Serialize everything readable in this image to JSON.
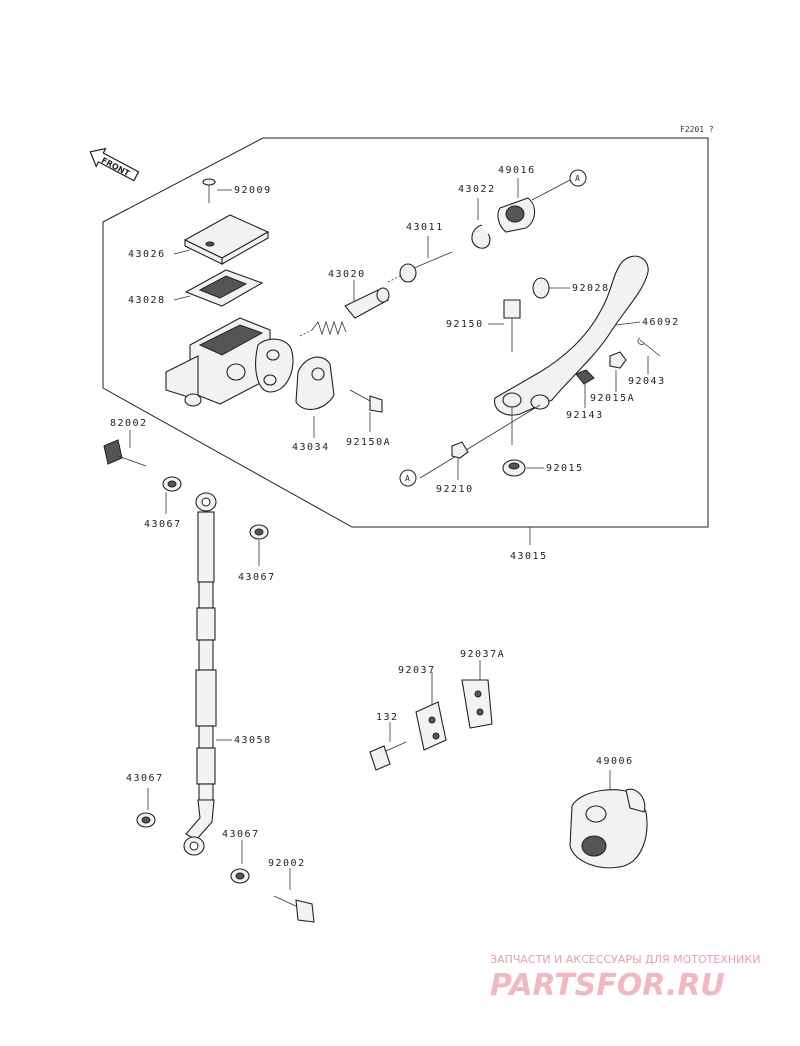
{
  "diagram": {
    "ref_code": "F2201 ?",
    "front_label": "FRONT",
    "circle_ref": "A",
    "labels": {
      "p92009": "92009",
      "p43026": "43026",
      "p43028": "43028",
      "p43020": "43020",
      "p43034": "43034",
      "p92150A": "92150A",
      "p43011": "43011",
      "p43022": "43022",
      "p49016": "49016",
      "p92028": "92028",
      "p92150": "92150",
      "p46092": "46092",
      "p92043": "92043",
      "p92015A": "92015A",
      "p92143": "92143",
      "p92015": "92015",
      "p92210": "92210",
      "p43015": "43015",
      "p82002": "82002",
      "p43067a": "43067",
      "p43067b": "43067",
      "p43067c": "43067",
      "p43067d": "43067",
      "p43058": "43058",
      "p92002": "92002",
      "p92037": "92037",
      "p92037A": "92037A",
      "p132": "132",
      "p49006": "49006"
    }
  },
  "watermark": {
    "tagline": "ЗАПЧАСТИ И АКСЕССУАРЫ ДЛЯ МОТОТЕХНИКИ",
    "brand": "PARTSFOR.RU"
  }
}
